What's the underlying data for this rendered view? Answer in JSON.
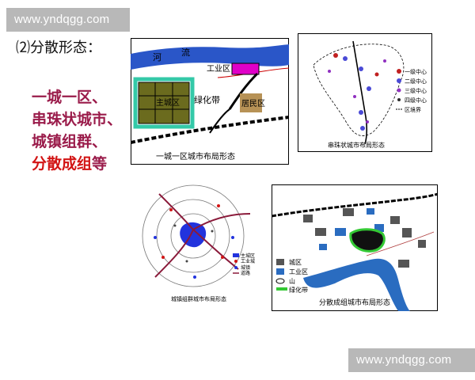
{
  "watermark": {
    "top": "www.yndqgg.com",
    "bottom": "www.yndqgg.com"
  },
  "heading": "⑵分散形态：",
  "forms": {
    "item1": "一城一区、",
    "item2": "串珠状城市、",
    "item3": "城镇组群、",
    "item4_main": "分散成组",
    "item4_suffix": "等"
  },
  "diagram1": {
    "river": "河",
    "river2": "流",
    "industrial": "工业区",
    "main_city": "主城区",
    "green_belt": "绿化带",
    "residential": "居民区",
    "caption": "一城一区城市布局形态"
  },
  "diagram2": {
    "legend": [
      "一级中心",
      "二级中心",
      "三级中心",
      "四级中心",
      "区境界"
    ],
    "caption": "串珠状城市布局形态"
  },
  "diagram3": {
    "legend": [
      "主城区",
      "工业城",
      "城镇",
      "道路"
    ],
    "caption": "城镇组群城市布局形态"
  },
  "diagram4": {
    "legend": [
      "城区",
      "工业区",
      "山",
      "绿化带"
    ],
    "caption": "分散成组城市布局形态"
  },
  "colors": {
    "title_purple": "#9a1b4a",
    "accent_red": "#d21414",
    "river_blue": "#2a56c8",
    "green_highlight": "#34c934",
    "industrial_magenta": "#e000c8"
  }
}
